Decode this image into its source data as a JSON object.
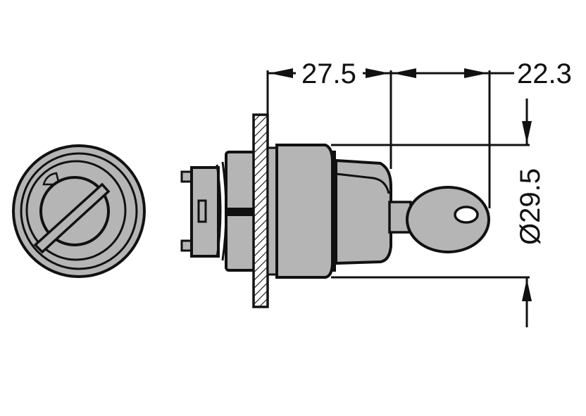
{
  "drawing": {
    "dimensions": {
      "depth_body": "27.5",
      "depth_key": "22.3",
      "diameter": "Ø29.5"
    },
    "colors": {
      "body": "#b5b5b5",
      "line": "#111111",
      "background": "#ffffff"
    }
  }
}
